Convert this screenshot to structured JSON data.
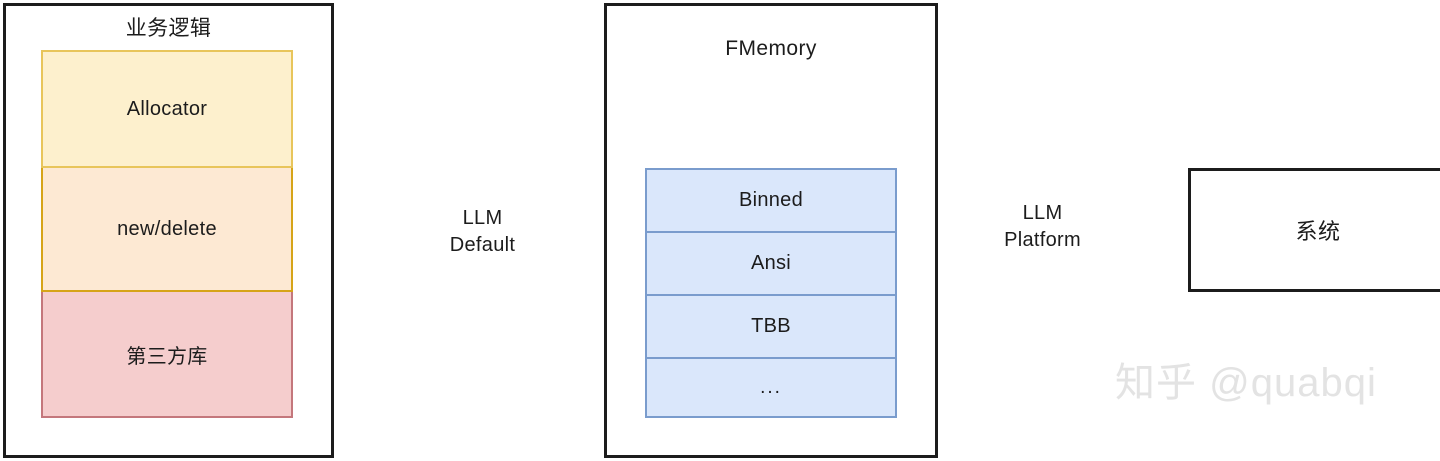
{
  "diagram": {
    "title_visible": false,
    "business_logic": {
      "title": "业务逻辑",
      "rows": [
        {
          "label": "Allocator"
        },
        {
          "label": "new/delete"
        },
        {
          "label": "第三方库"
        }
      ]
    },
    "fmemory": {
      "title": "FMemory",
      "rows": [
        {
          "label": "Binned"
        },
        {
          "label": "Ansi"
        },
        {
          "label": "TBB"
        },
        {
          "label": "..."
        }
      ]
    },
    "system": {
      "label": "系统"
    },
    "connectors": [
      {
        "name": "llm-default",
        "label": "LLM\nDefault"
      },
      {
        "name": "llm-platform",
        "label": "LLM\nPlatform"
      }
    ],
    "watermark": "知乎 @quabqi",
    "colors": {
      "allocator_fill": "#fdf0cd",
      "allocator_border": "#e8c55b",
      "newdelete_fill": "#fde9d3",
      "newdelete_border": "#d6a418",
      "thirdparty_fill": "#f5cdcd",
      "thirdparty_border": "#c4777c",
      "blue_fill": "#dae7fb",
      "blue_border": "#7a9ccd",
      "outer_border": "#1c1c1c",
      "background": "#ffffff",
      "watermark": "#e3e3e3"
    }
  }
}
